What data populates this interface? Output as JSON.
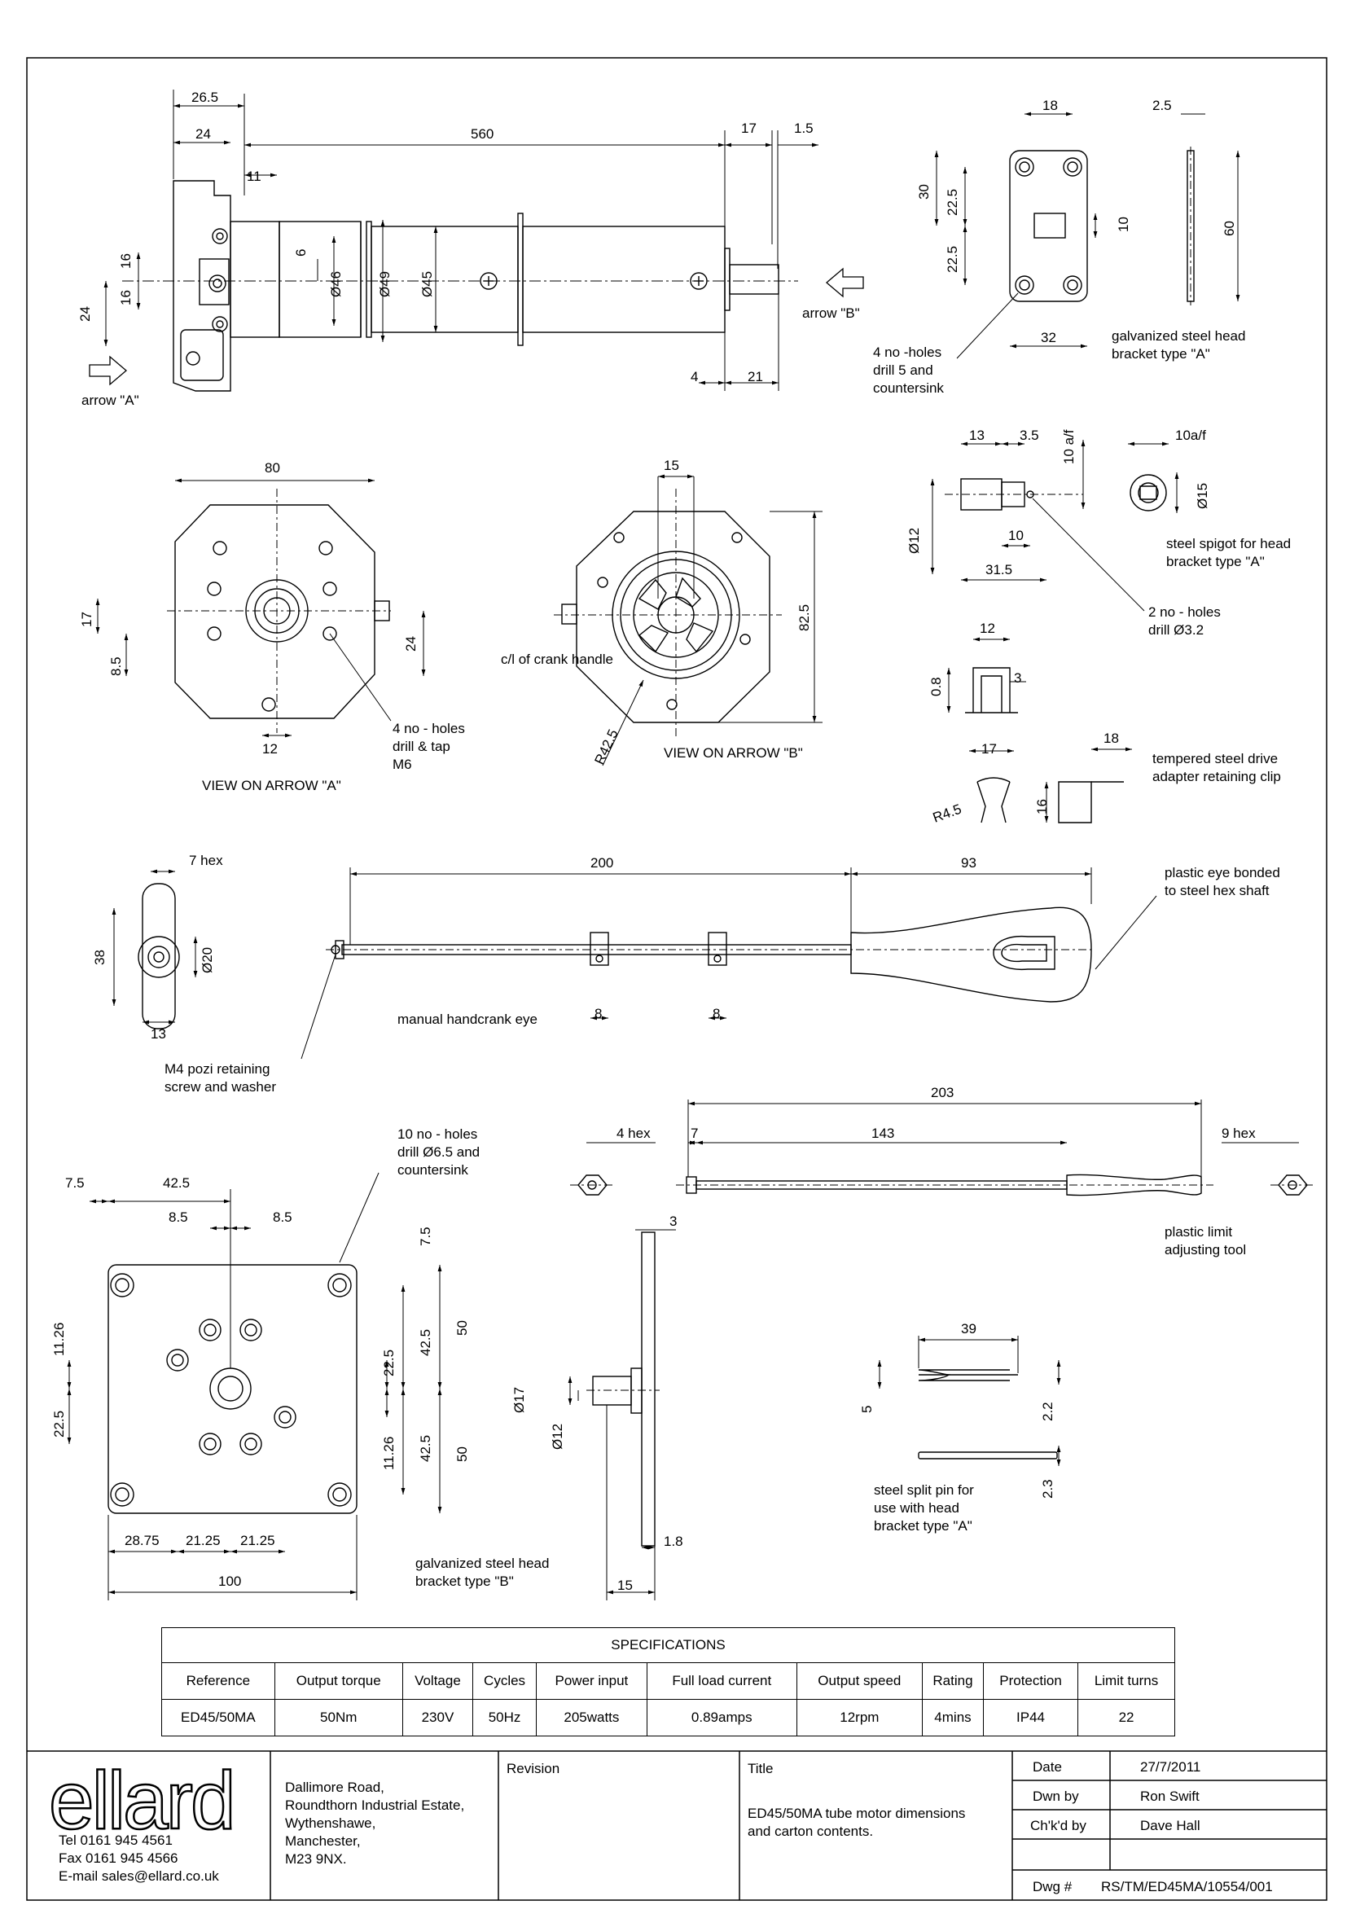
{
  "main_view": {
    "dims": {
      "d26_5": "26.5",
      "d24": "24",
      "d560": "560",
      "d17": "17",
      "d1_5": "1.5",
      "d11": "11",
      "d16a": "16",
      "d16b": "16",
      "d24b": "24",
      "d6": "6",
      "dia46": "Ø46",
      "dia49": "Ø49",
      "dia45": "Ø45",
      "d4": "4",
      "d21": "21"
    },
    "arrow_a": "arrow \"A\"",
    "arrow_b": "arrow \"B\""
  },
  "bracket_a": {
    "dims": {
      "d18": "18",
      "d2_5": "2.5",
      "d30": "30",
      "d22_5a": "22.5",
      "d22_5b": "22.5",
      "d10": "10",
      "d60": "60",
      "d32": "32"
    },
    "note_holes": [
      "4 no -holes",
      "drill 5 and",
      "countersink"
    ],
    "label": [
      "galvanized steel head",
      "bracket type \"A\""
    ]
  },
  "spigot": {
    "dims": {
      "d13": "13",
      "d3_5": "3.5",
      "d10af": "10 a/f",
      "d10af2": "10a/f",
      "dia12": "Ø12",
      "d10": "10",
      "d31_5": "31.5",
      "dia15": "Ø15"
    },
    "label": [
      "steel spigot for head",
      "bracket type \"A\""
    ],
    "note_holes": [
      "2 no - holes",
      "drill Ø3.2"
    ]
  },
  "view_a": {
    "dims": {
      "d80": "80",
      "d17": "17",
      "d8_5": "8.5",
      "d24": "24",
      "d12": "12"
    },
    "note_holes": [
      "4 no - holes",
      "drill & tap",
      "M6"
    ],
    "label": "VIEW ON ARROW \"A\""
  },
  "view_b": {
    "dims": {
      "d15": "15",
      "d82_5": "82.5",
      "r42_5": "R42.5"
    },
    "crank_note": "c/l of crank handle",
    "label": "VIEW ON ARROW \"B\""
  },
  "clip": {
    "dims": {
      "d12": "12",
      "d0_8": "0.8",
      "d3": "3",
      "d17": "17",
      "d18": "18",
      "d16": "16",
      "r4_5": "R4.5"
    },
    "label": [
      "tempered steel drive",
      "adapter retaining clip"
    ]
  },
  "handcrank": {
    "dims": {
      "d7hex": "7 hex",
      "d38": "38",
      "dia20": "Ø20",
      "d13": "13",
      "d200": "200",
      "d93": "93",
      "d8a": "8",
      "d8b": "8"
    },
    "label_eye": "manual handcrank eye",
    "label_screw": [
      "M4 pozi retaining",
      "screw and washer"
    ],
    "label_plastic": [
      "plastic eye bonded",
      "to steel hex shaft"
    ]
  },
  "limit_tool": {
    "dims": {
      "d203": "203",
      "d4hex": "4 hex",
      "d7": "7",
      "d143": "143",
      "d9hex": "9 hex"
    },
    "label": [
      "plastic limit",
      "adjusting tool"
    ]
  },
  "bracket_b": {
    "dims": {
      "d7_5": "7.5",
      "d42_5": "42.5",
      "d8_5a": "8.5",
      "d8_5b": "8.5",
      "d7_5v": "7.5",
      "d11_26a": "11.26",
      "d22_5a": "22.5",
      "d42_5b": "42.5",
      "d50a": "50",
      "d22_5b": "22.5",
      "d11_26b": "11.26",
      "d42_5c": "42.5",
      "d50b": "50",
      "d28_75": "28.75",
      "d21_25a": "21.25",
      "d21_25b": "21.25",
      "d100": "100",
      "d3": "3",
      "dia17": "Ø17",
      "dia12": "Ø12",
      "d1_8": "1.8",
      "d15": "15"
    },
    "note_holes": [
      "10 no - holes",
      "drill Ø6.5 and",
      "countersink"
    ],
    "label": [
      "galvanized steel head",
      "bracket type \"B\""
    ]
  },
  "split_pin": {
    "dims": {
      "d39": "39",
      "d5": "5",
      "d2_2": "2.2",
      "d2_3": "2.3"
    },
    "label": [
      "steel split pin for",
      "use with head",
      "bracket type \"A\""
    ]
  },
  "specifications": {
    "title": "SPECIFICATIONS",
    "headers": [
      "Reference",
      "Output torque",
      "Voltage",
      "Cycles",
      "Power input",
      "Full load current",
      "Output speed",
      "Rating",
      "Protection",
      "Limit turns"
    ],
    "values": [
      "ED45/50MA",
      "50Nm",
      "230V",
      "50Hz",
      "205watts",
      "0.89amps",
      "12rpm",
      "4mins",
      "IP44",
      "22"
    ]
  },
  "title_block": {
    "logo": "ellard",
    "tel": "Tel  0161 945 4561",
    "fax": "Fax  0161 945 4566",
    "email": "E-mail  sales@ellard.co.uk",
    "address": [
      "Dallimore Road,",
      "Roundthorn Industrial Estate,",
      "Wythenshawe,",
      "Manchester,",
      "M23 9NX."
    ],
    "revision_label": "Revision",
    "title_label": "Title",
    "title_text": [
      "ED45/50MA tube motor dimensions",
      "and carton contents."
    ],
    "date_label": "Date",
    "date_value": "27/7/2011",
    "drawn_label": "Dwn by",
    "drawn_value": "Ron Swift",
    "checked_label": "Ch'k'd by",
    "checked_value": "Dave Hall",
    "dwg_label": "Dwg #",
    "dwg_value": "RS/TM/ED45MA/10554/001"
  }
}
